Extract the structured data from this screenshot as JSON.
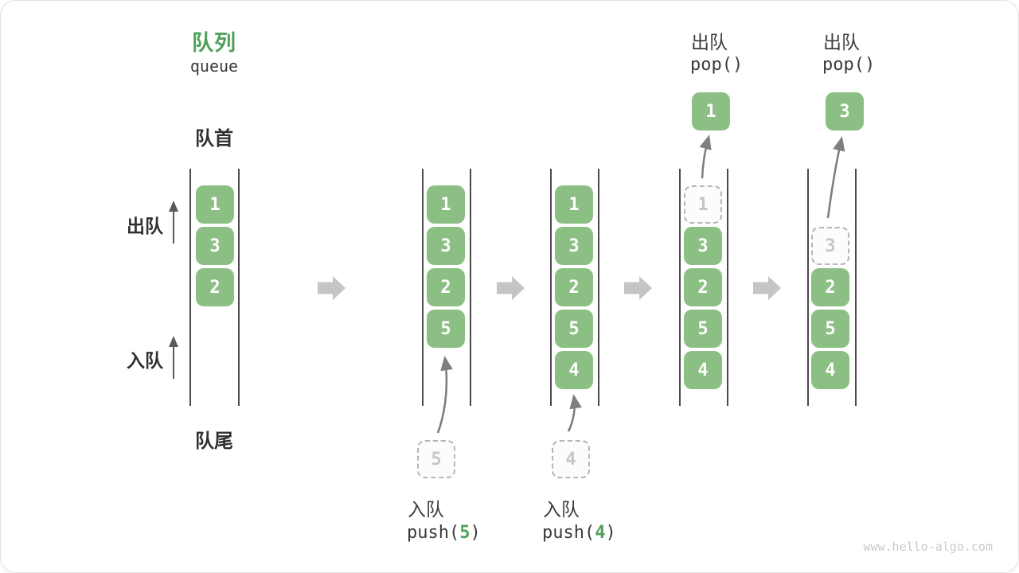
{
  "title": {
    "zh": "队列",
    "en": "queue"
  },
  "side_labels": {
    "front": "队首",
    "rear": "队尾",
    "dequeue": "出队",
    "enqueue": "入队"
  },
  "ops": {
    "pop_a": {
      "label": "出队",
      "code": "pop()"
    },
    "pop_b": {
      "label": "出队",
      "code": "pop()"
    },
    "push_5": {
      "label": "入队",
      "code_open": "push(",
      "arg": "5",
      "code_close": ")"
    },
    "push_4": {
      "label": "入队",
      "code_open": "push(",
      "arg": "4",
      "code_close": ")"
    }
  },
  "popped": [
    {
      "value": "1"
    },
    {
      "value": "3"
    }
  ],
  "staged": [
    {
      "value": "5"
    },
    {
      "value": "4"
    }
  ],
  "columns": [
    {
      "name": "state-1",
      "cells": [
        {
          "value": "1",
          "variant": "green"
        },
        {
          "value": "3",
          "variant": "green"
        },
        {
          "value": "2",
          "variant": "green"
        }
      ]
    },
    {
      "name": "state-2-after-push-5",
      "cells": [
        {
          "value": "1",
          "variant": "green"
        },
        {
          "value": "3",
          "variant": "green"
        },
        {
          "value": "2",
          "variant": "green"
        },
        {
          "value": "5",
          "variant": "green"
        }
      ]
    },
    {
      "name": "state-3-after-push-4",
      "cells": [
        {
          "value": "1",
          "variant": "green"
        },
        {
          "value": "3",
          "variant": "green"
        },
        {
          "value": "2",
          "variant": "green"
        },
        {
          "value": "5",
          "variant": "green"
        },
        {
          "value": "4",
          "variant": "green"
        }
      ]
    },
    {
      "name": "state-4-after-pop",
      "cells": [
        {
          "value": "1",
          "variant": "dashed"
        },
        {
          "value": "3",
          "variant": "green"
        },
        {
          "value": "2",
          "variant": "green"
        },
        {
          "value": "5",
          "variant": "green"
        },
        {
          "value": "4",
          "variant": "green"
        }
      ]
    },
    {
      "name": "state-5-after-pop",
      "cells": [
        {
          "value": "3",
          "variant": "dashed"
        },
        {
          "value": "2",
          "variant": "green"
        },
        {
          "value": "5",
          "variant": "green"
        },
        {
          "value": "4",
          "variant": "green"
        }
      ]
    }
  ],
  "watermark": "www.hello-algo.com",
  "colors": {
    "cell_green": "#8CBF83",
    "accent_green": "#4FA05A",
    "arrow_gray": "#7F7F7F",
    "dark_arrow": "#5A5A5A",
    "block_arrow_gray": "#C5C5C5",
    "dashed_border": "#B5B5B5",
    "dashed_text": "#C6C6C6",
    "column_line": "#4A4A4A",
    "watermark_gray": "#C9C9C9"
  }
}
